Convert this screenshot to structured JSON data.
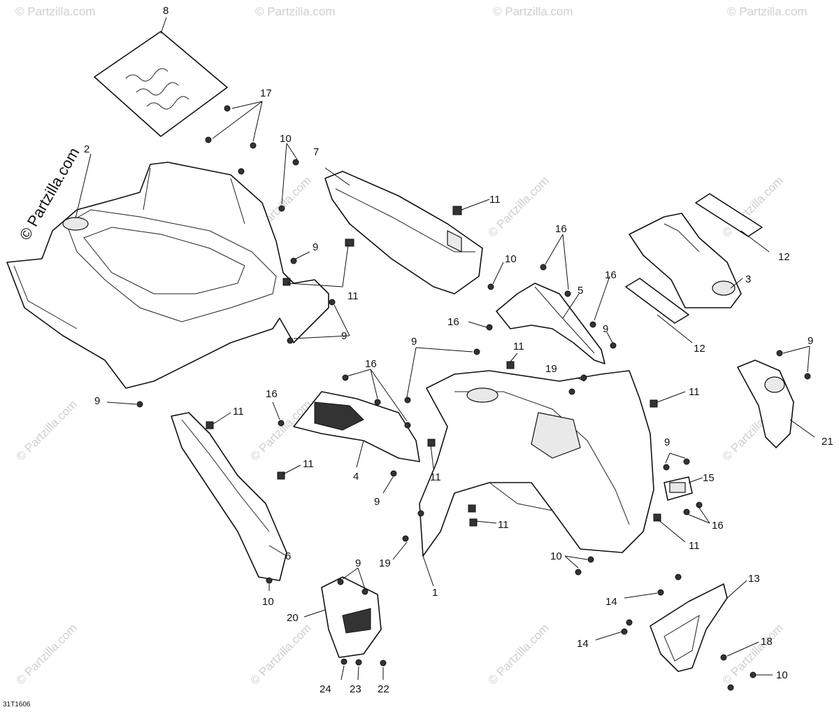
{
  "diagram": {
    "figure_code": "31T1606",
    "watermark_main": "© Partzilla.com",
    "watermark_tile": "© Partzilla.com",
    "callouts": [
      "1",
      "2",
      "3",
      "4",
      "5",
      "6",
      "7",
      "8",
      "9",
      "10",
      "11",
      "12",
      "13",
      "14",
      "15",
      "16",
      "17",
      "18",
      "19",
      "20",
      "21",
      "22",
      "23",
      "24"
    ]
  }
}
